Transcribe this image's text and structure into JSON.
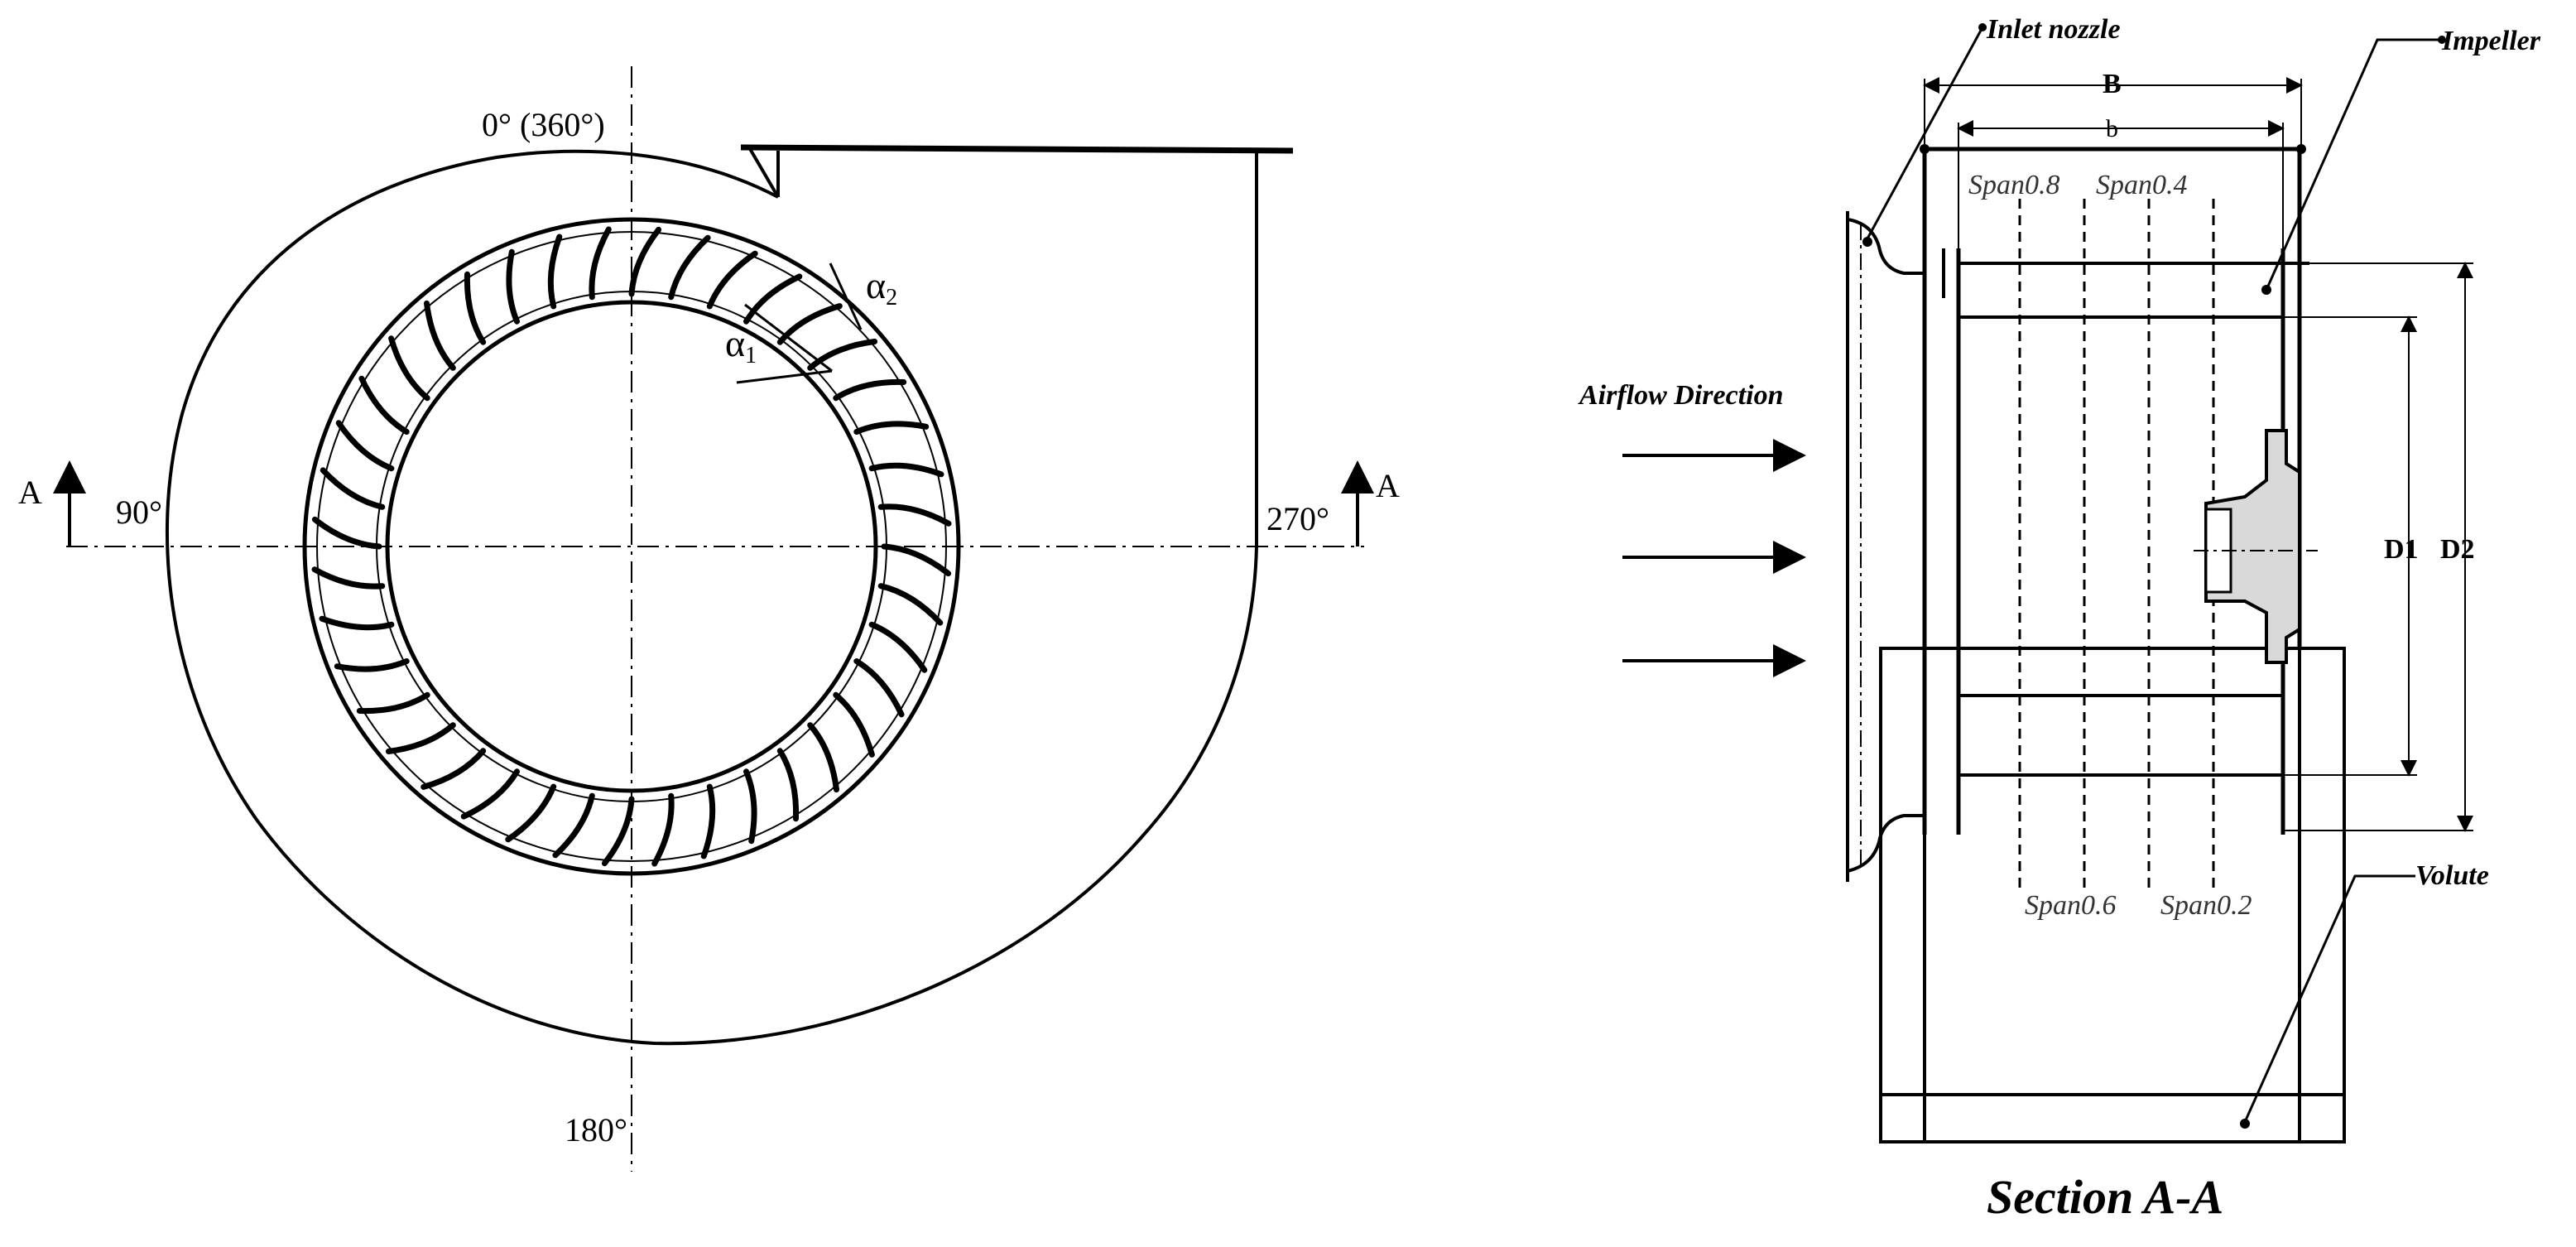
{
  "front_view": {
    "angle_top": "0° (360°)",
    "angle_left": "90°",
    "angle_right": "270°",
    "angle_bottom": "180°",
    "section_mark_left": "A",
    "section_mark_right": "A",
    "alpha1": "α",
    "alpha1_sub": "1",
    "alpha2": "α",
    "alpha2_sub": "2",
    "blade_count": 40
  },
  "section_view": {
    "title": "Section A-A",
    "inlet_nozzle": "Inlet nozzle",
    "impeller": "Impeller",
    "volute": "Volute",
    "airflow_direction": "Airflow Direction",
    "dim_B": "B",
    "dim_b": "b",
    "dim_D1": "D1",
    "dim_D2": "D2",
    "span_labels": {
      "span08": "Span0.8",
      "span04": "Span0.4",
      "span06": "Span0.6",
      "span02": "Span0.2"
    }
  }
}
